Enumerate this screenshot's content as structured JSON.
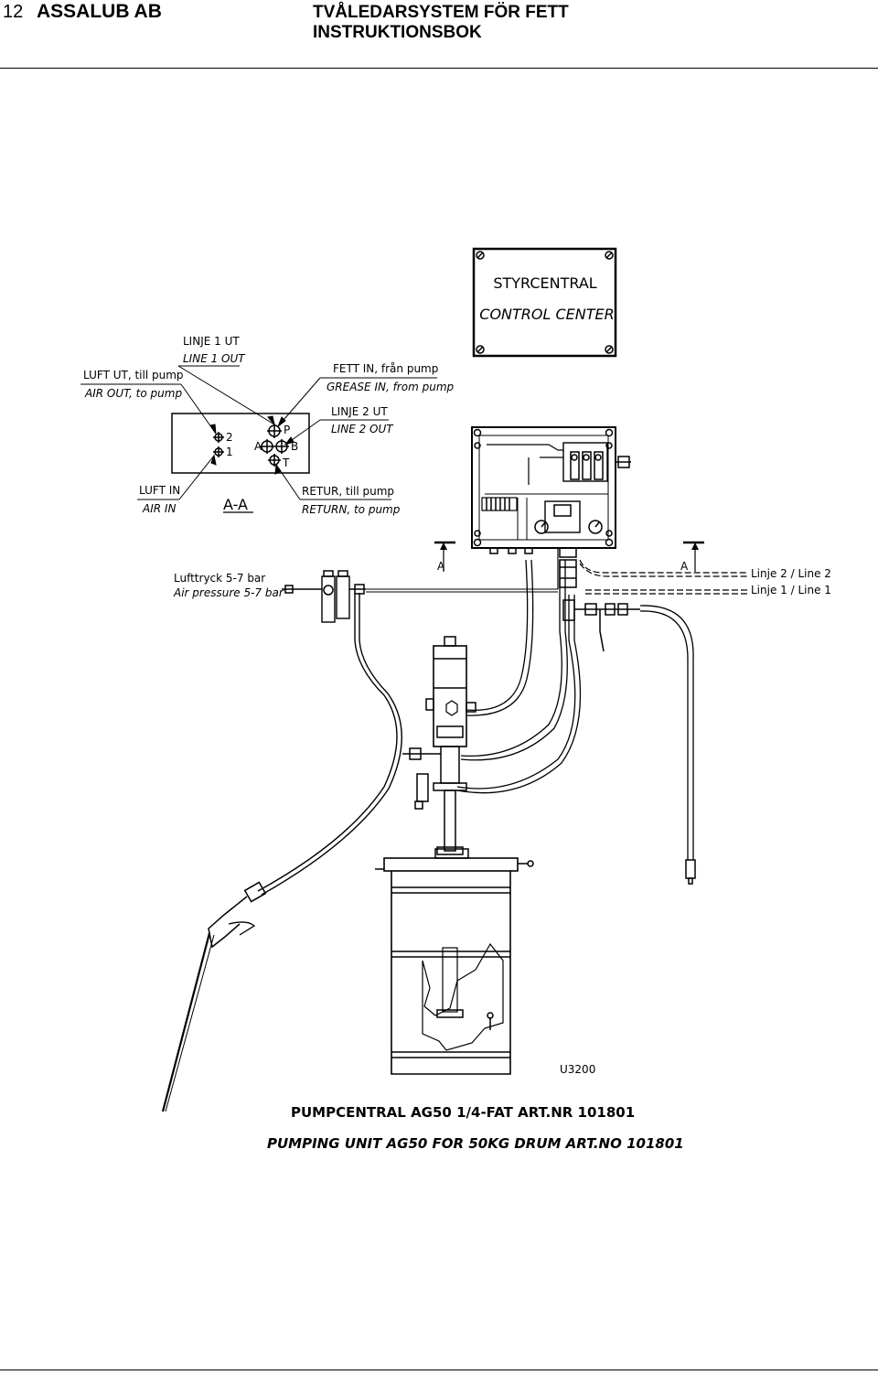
{
  "header": {
    "page_number": "12",
    "company": "ASSALUB AB",
    "title_line1": "TVÅLEDARSYSTEM FÖR FETT",
    "title_line2": "INSTRUKTIONSBOK"
  },
  "diagram": {
    "control_box": {
      "sv": "STYRCENTRAL",
      "en": "CONTROL CENTER"
    },
    "labels": {
      "line1_out_sv": "LINJE 1 UT",
      "line1_out_en": "LINE 1 OUT",
      "air_out_sv": "LUFT UT, till pump",
      "air_out_en": "AIR OUT, to pump",
      "grease_in_sv": "FETT IN, från pump",
      "grease_in_en": "GREASE IN, from pump",
      "line2_out_sv": "LINJE 2 UT",
      "line2_out_en": "LINE 2 OUT",
      "air_in_sv": "LUFT IN",
      "air_in_en": "AIR IN",
      "return_sv": "RETUR, till pump",
      "return_en": "RETURN, to pump",
      "section": "A-A",
      "port_2": "2",
      "port_1": "1",
      "port_A": "A",
      "port_P": "P",
      "port_B": "B",
      "port_T": "T",
      "cut_marker_left": "A",
      "cut_marker_right": "A",
      "air_pressure_sv": "Lufttryck 5-7 bar",
      "air_pressure_en": "Air pressure 5-7 bar",
      "line2": "Linje 2 / Line 2",
      "line1": "Linje 1 / Line 1",
      "drawing_code": "U3200"
    },
    "caption_sv": "PUMPCENTRAL AG50 1/4-FAT ART.NR 101801",
    "caption_en": "PUMPING UNIT AG50 FOR 50KG DRUM ART.NO 101801"
  }
}
